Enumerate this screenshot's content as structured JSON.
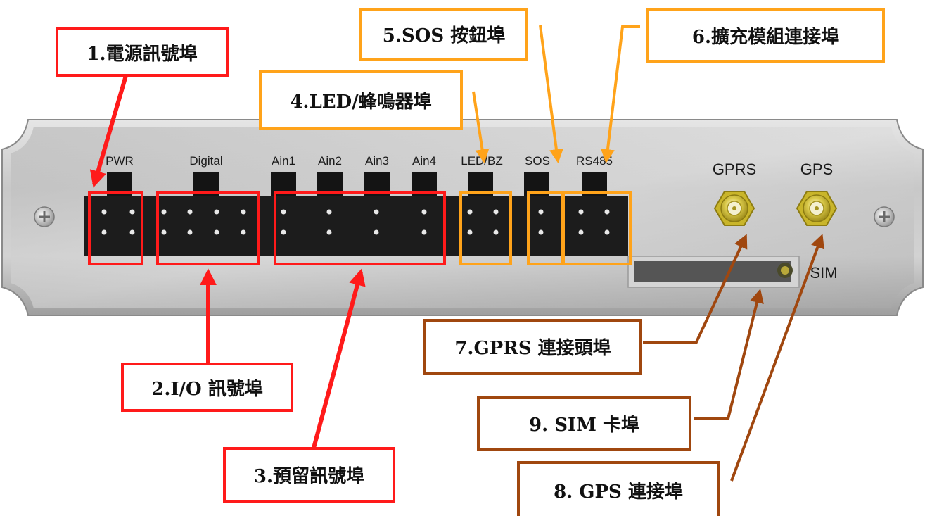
{
  "device": {
    "port_labels": {
      "pwr": "PWR",
      "digital": "Digital",
      "ain1": "Ain1",
      "ain2": "Ain2",
      "ain3": "Ain3",
      "ain4": "Ain4",
      "ledbz": "LED/BZ",
      "sos": "SOS",
      "rs485": "RS485"
    },
    "antenna_labels": {
      "gprs": "GPRS",
      "gps": "GPS"
    },
    "sim_label": "SIM"
  },
  "callouts": {
    "c1": "1.電源訊號埠",
    "c2": "2.I/O 訊號埠",
    "c3": "3.預留訊號埠",
    "c4": "4.LED/蜂鳴器埠",
    "c5": "5.SOS 按鈕埠",
    "c6": "6.擴充模組連接埠",
    "c7": "7.GPRS 連接頭埠",
    "c8": "8.  GPS 連接埠",
    "c9": "9.  SIM 卡埠"
  },
  "colors": {
    "red": "#ff1a1a",
    "orange": "#ffa31a",
    "brown": "#a0470f",
    "panel": "#b9b9b9",
    "connector": "#1c1c1c"
  }
}
